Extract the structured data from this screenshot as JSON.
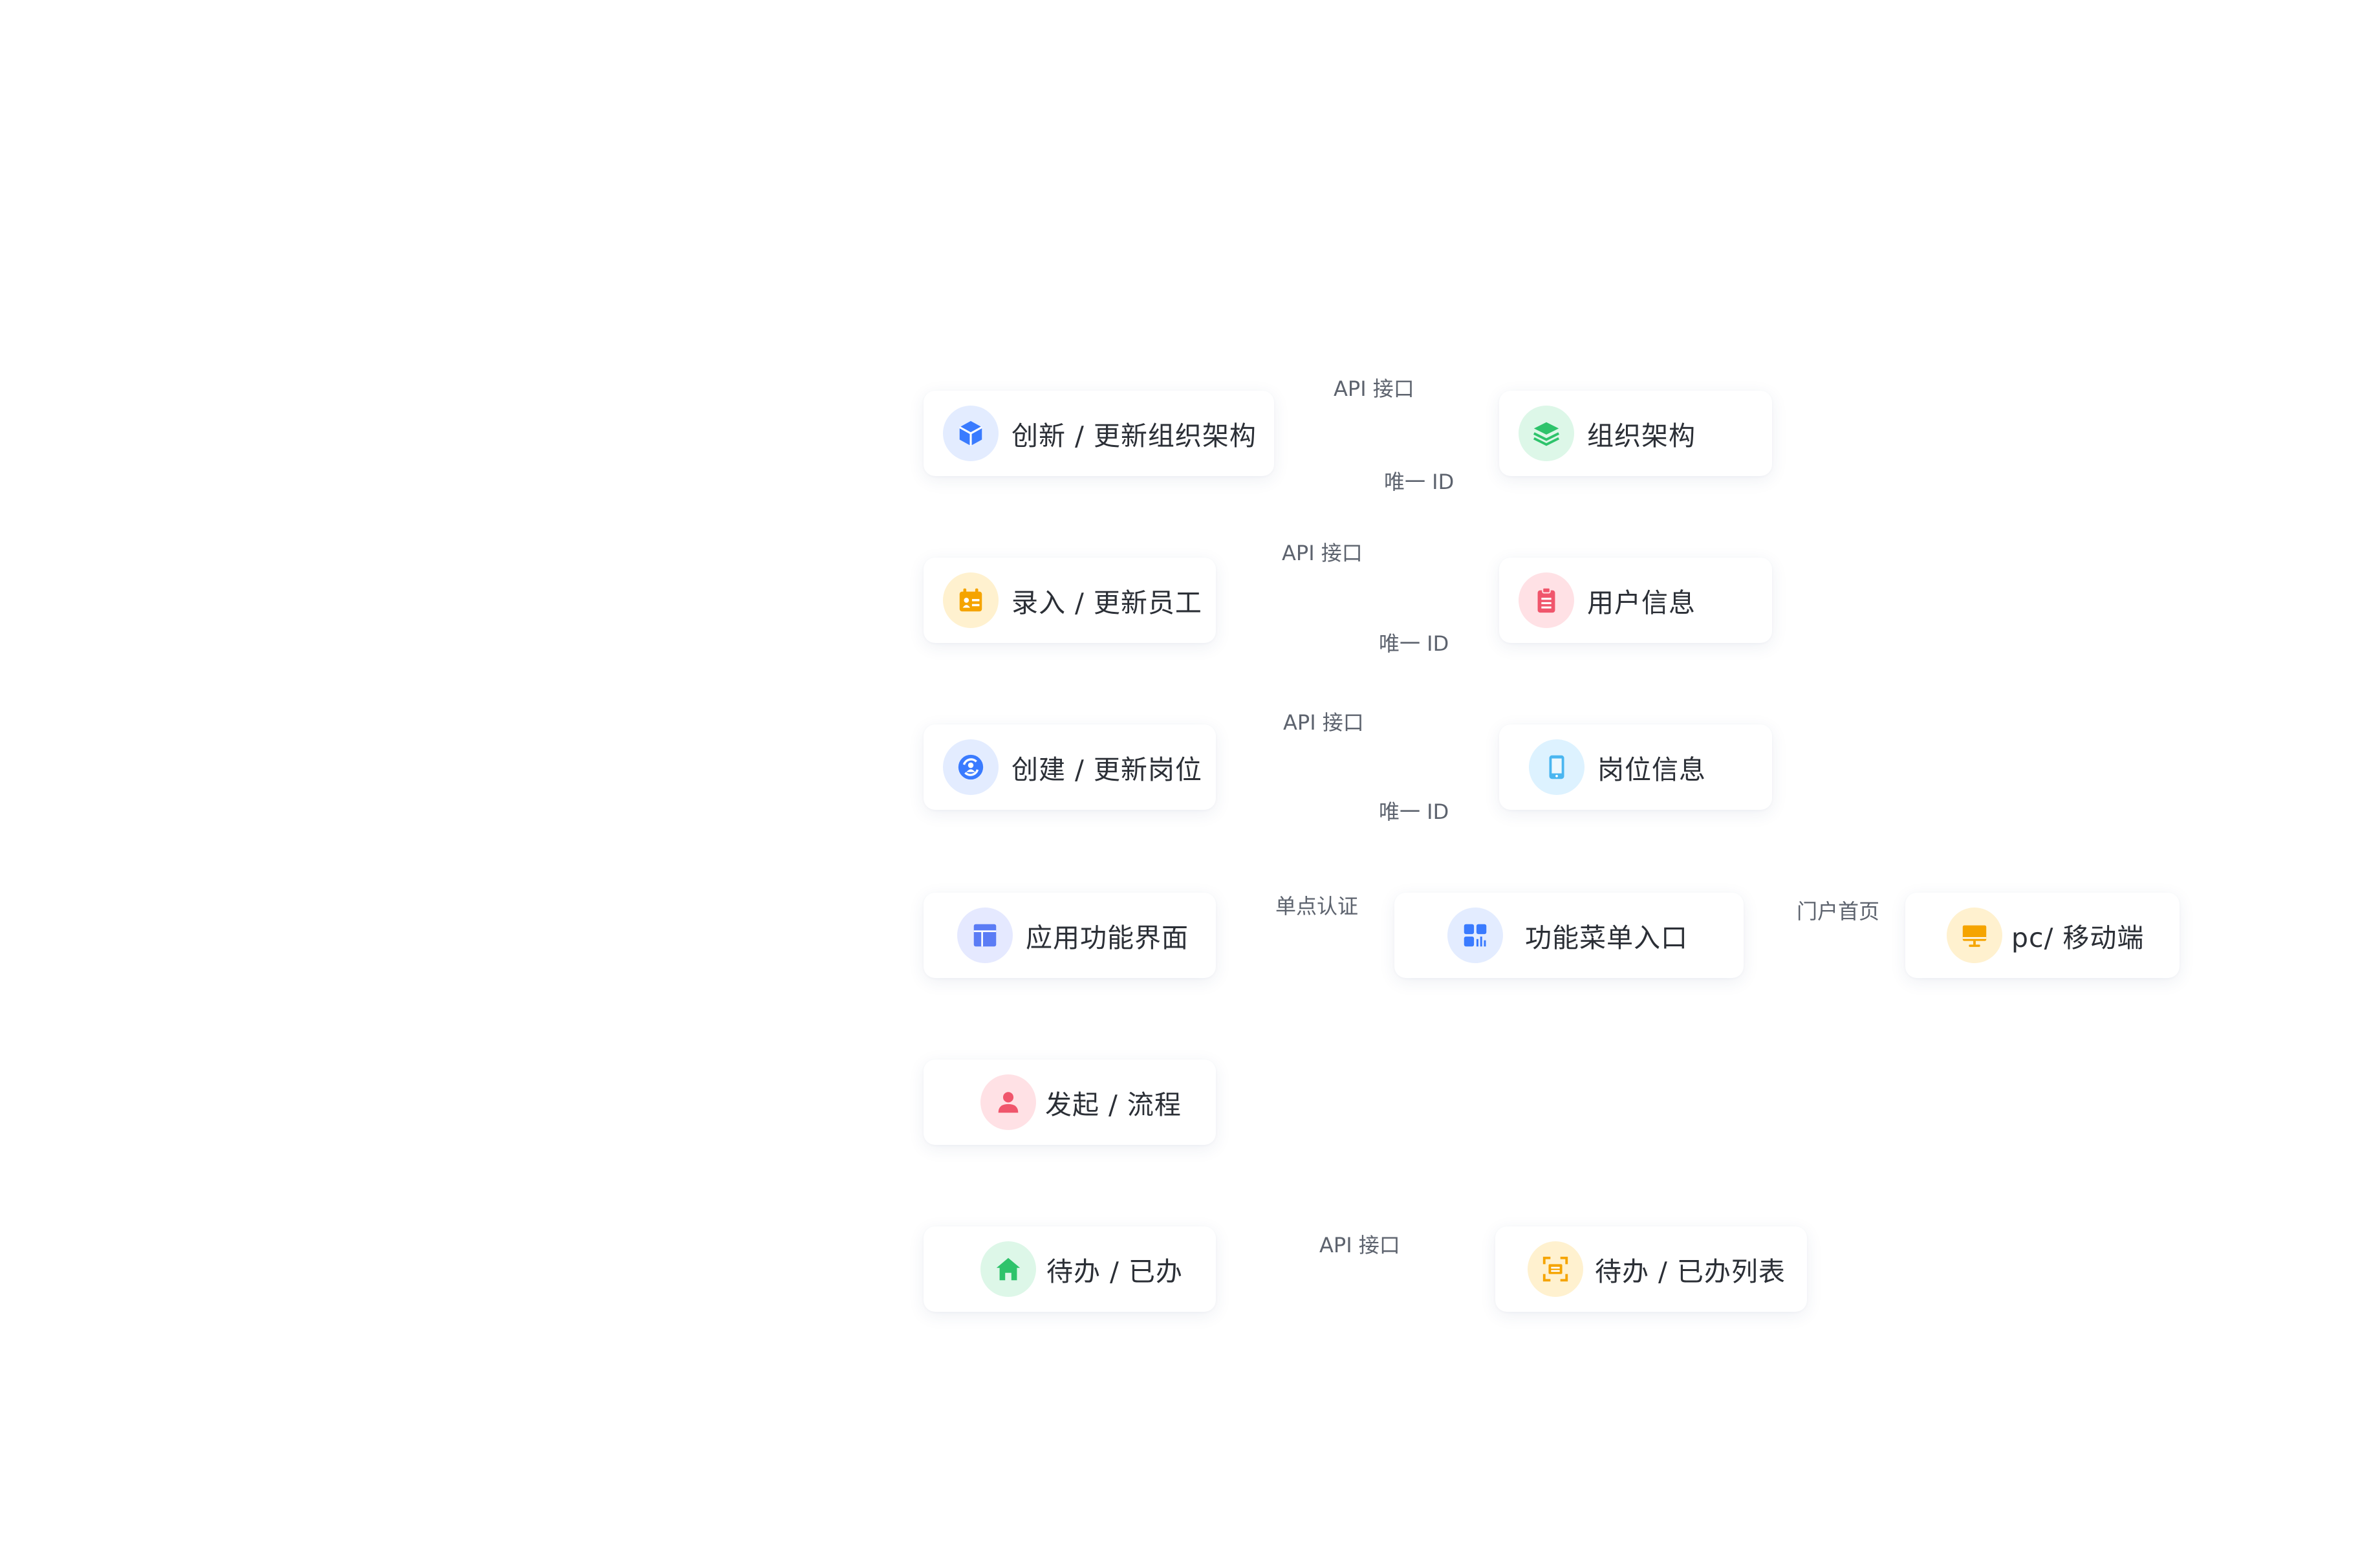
{
  "colors": {
    "text": "#2b2f36",
    "connector_text": "#5d636e",
    "blue": "#3a7bff",
    "green": "#2ec36b",
    "orange": "#f5a400",
    "red": "#f0566c",
    "sky": "#4ab6f0",
    "indigo": "#5b7cf5"
  },
  "cards": [
    {
      "id": "create-update-org",
      "label": "创新 / 更新组织架构",
      "icon": "cube-icon",
      "color": "#3a7bff",
      "bg": "#e3ecff"
    },
    {
      "id": "org-structure",
      "label": "组织架构",
      "icon": "layers-icon",
      "color": "#2ec36b",
      "bg": "#ddf7e8"
    },
    {
      "id": "enter-update-employee",
      "label": "录入 / 更新员工",
      "icon": "employee-calendar-icon",
      "color": "#f5a400",
      "bg": "#fff1cf"
    },
    {
      "id": "user-info",
      "label": "用户信息",
      "icon": "clipboard-icon",
      "color": "#f0566c",
      "bg": "#ffe1e5"
    },
    {
      "id": "create-update-position",
      "label": "创建 / 更新岗位",
      "icon": "refresh-user-icon",
      "color": "#3a7bff",
      "bg": "#e3ecff"
    },
    {
      "id": "position-info",
      "label": "岗位信息",
      "icon": "tablet-icon",
      "color": "#4ab6f0",
      "bg": "#ddf2ff"
    },
    {
      "id": "app-function-ui",
      "label": "应用功能界面",
      "icon": "layout-icon",
      "color": "#5b7cf5",
      "bg": "#e5e9ff"
    },
    {
      "id": "function-menu-entry",
      "label": "功能菜单入口",
      "icon": "dashboard-icon",
      "color": "#3a7bff",
      "bg": "#e3ecff"
    },
    {
      "id": "pc-mobile",
      "label": "pc/ 移动端",
      "icon": "monitor-icon",
      "color": "#f5a400",
      "bg": "#fff1cf"
    },
    {
      "id": "start-process",
      "label": "发起 / 流程",
      "icon": "person-icon",
      "color": "#f0566c",
      "bg": "#ffe1e5"
    },
    {
      "id": "todo-done",
      "label": "待办 / 已办",
      "icon": "home-icon",
      "color": "#2ec36b",
      "bg": "#ddf7e8"
    },
    {
      "id": "todo-done-list",
      "label": "待办 / 已办列表",
      "icon": "scan-list-icon",
      "color": "#f5a400",
      "bg": "#fff1cf"
    }
  ],
  "connectors": [
    {
      "id": "api-1",
      "label": "API 接口"
    },
    {
      "id": "uid-1",
      "label": "唯一 ID"
    },
    {
      "id": "api-2",
      "label": "API 接口"
    },
    {
      "id": "uid-2",
      "label": "唯一 ID"
    },
    {
      "id": "api-3",
      "label": "API 接口"
    },
    {
      "id": "uid-3",
      "label": "唯一 ID"
    },
    {
      "id": "sso",
      "label": "单点认证"
    },
    {
      "id": "portal-home",
      "label": "门户首页"
    },
    {
      "id": "api-4",
      "label": "API 接口"
    }
  ]
}
